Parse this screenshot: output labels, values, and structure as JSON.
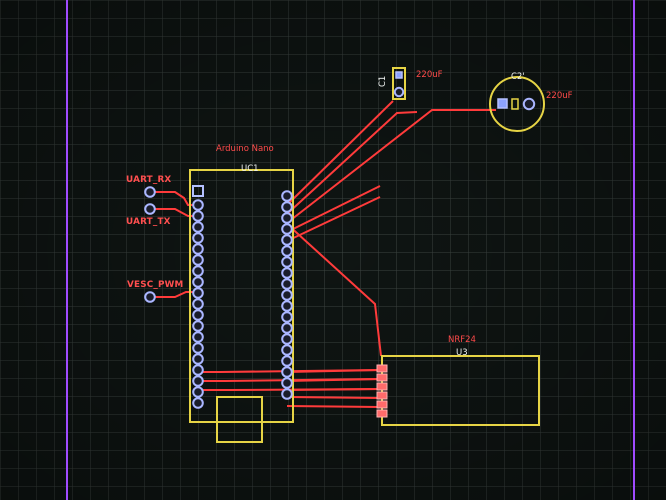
{
  "pcb": {
    "colors": {
      "background": "#0f1513",
      "grid": "#b5c2bd",
      "board_edge": "#9a47ff",
      "trace": "#ff3b3b",
      "silkscreen": "#e8d64d",
      "pad": "#9eabff"
    },
    "components": {
      "uc1": {
        "designator": "UC1",
        "value": "Arduino Nano"
      },
      "u3": {
        "designator": "U3",
        "value": "NRF24"
      },
      "c1": {
        "designator": "C1",
        "value": "220uF"
      },
      "c2": {
        "designator": "C2'",
        "value": "220uF"
      }
    },
    "nets": {
      "uart_rx": "UART_RX",
      "uart_tx": "UART_TX",
      "vesc_pwm": "VESC_PWM"
    }
  }
}
